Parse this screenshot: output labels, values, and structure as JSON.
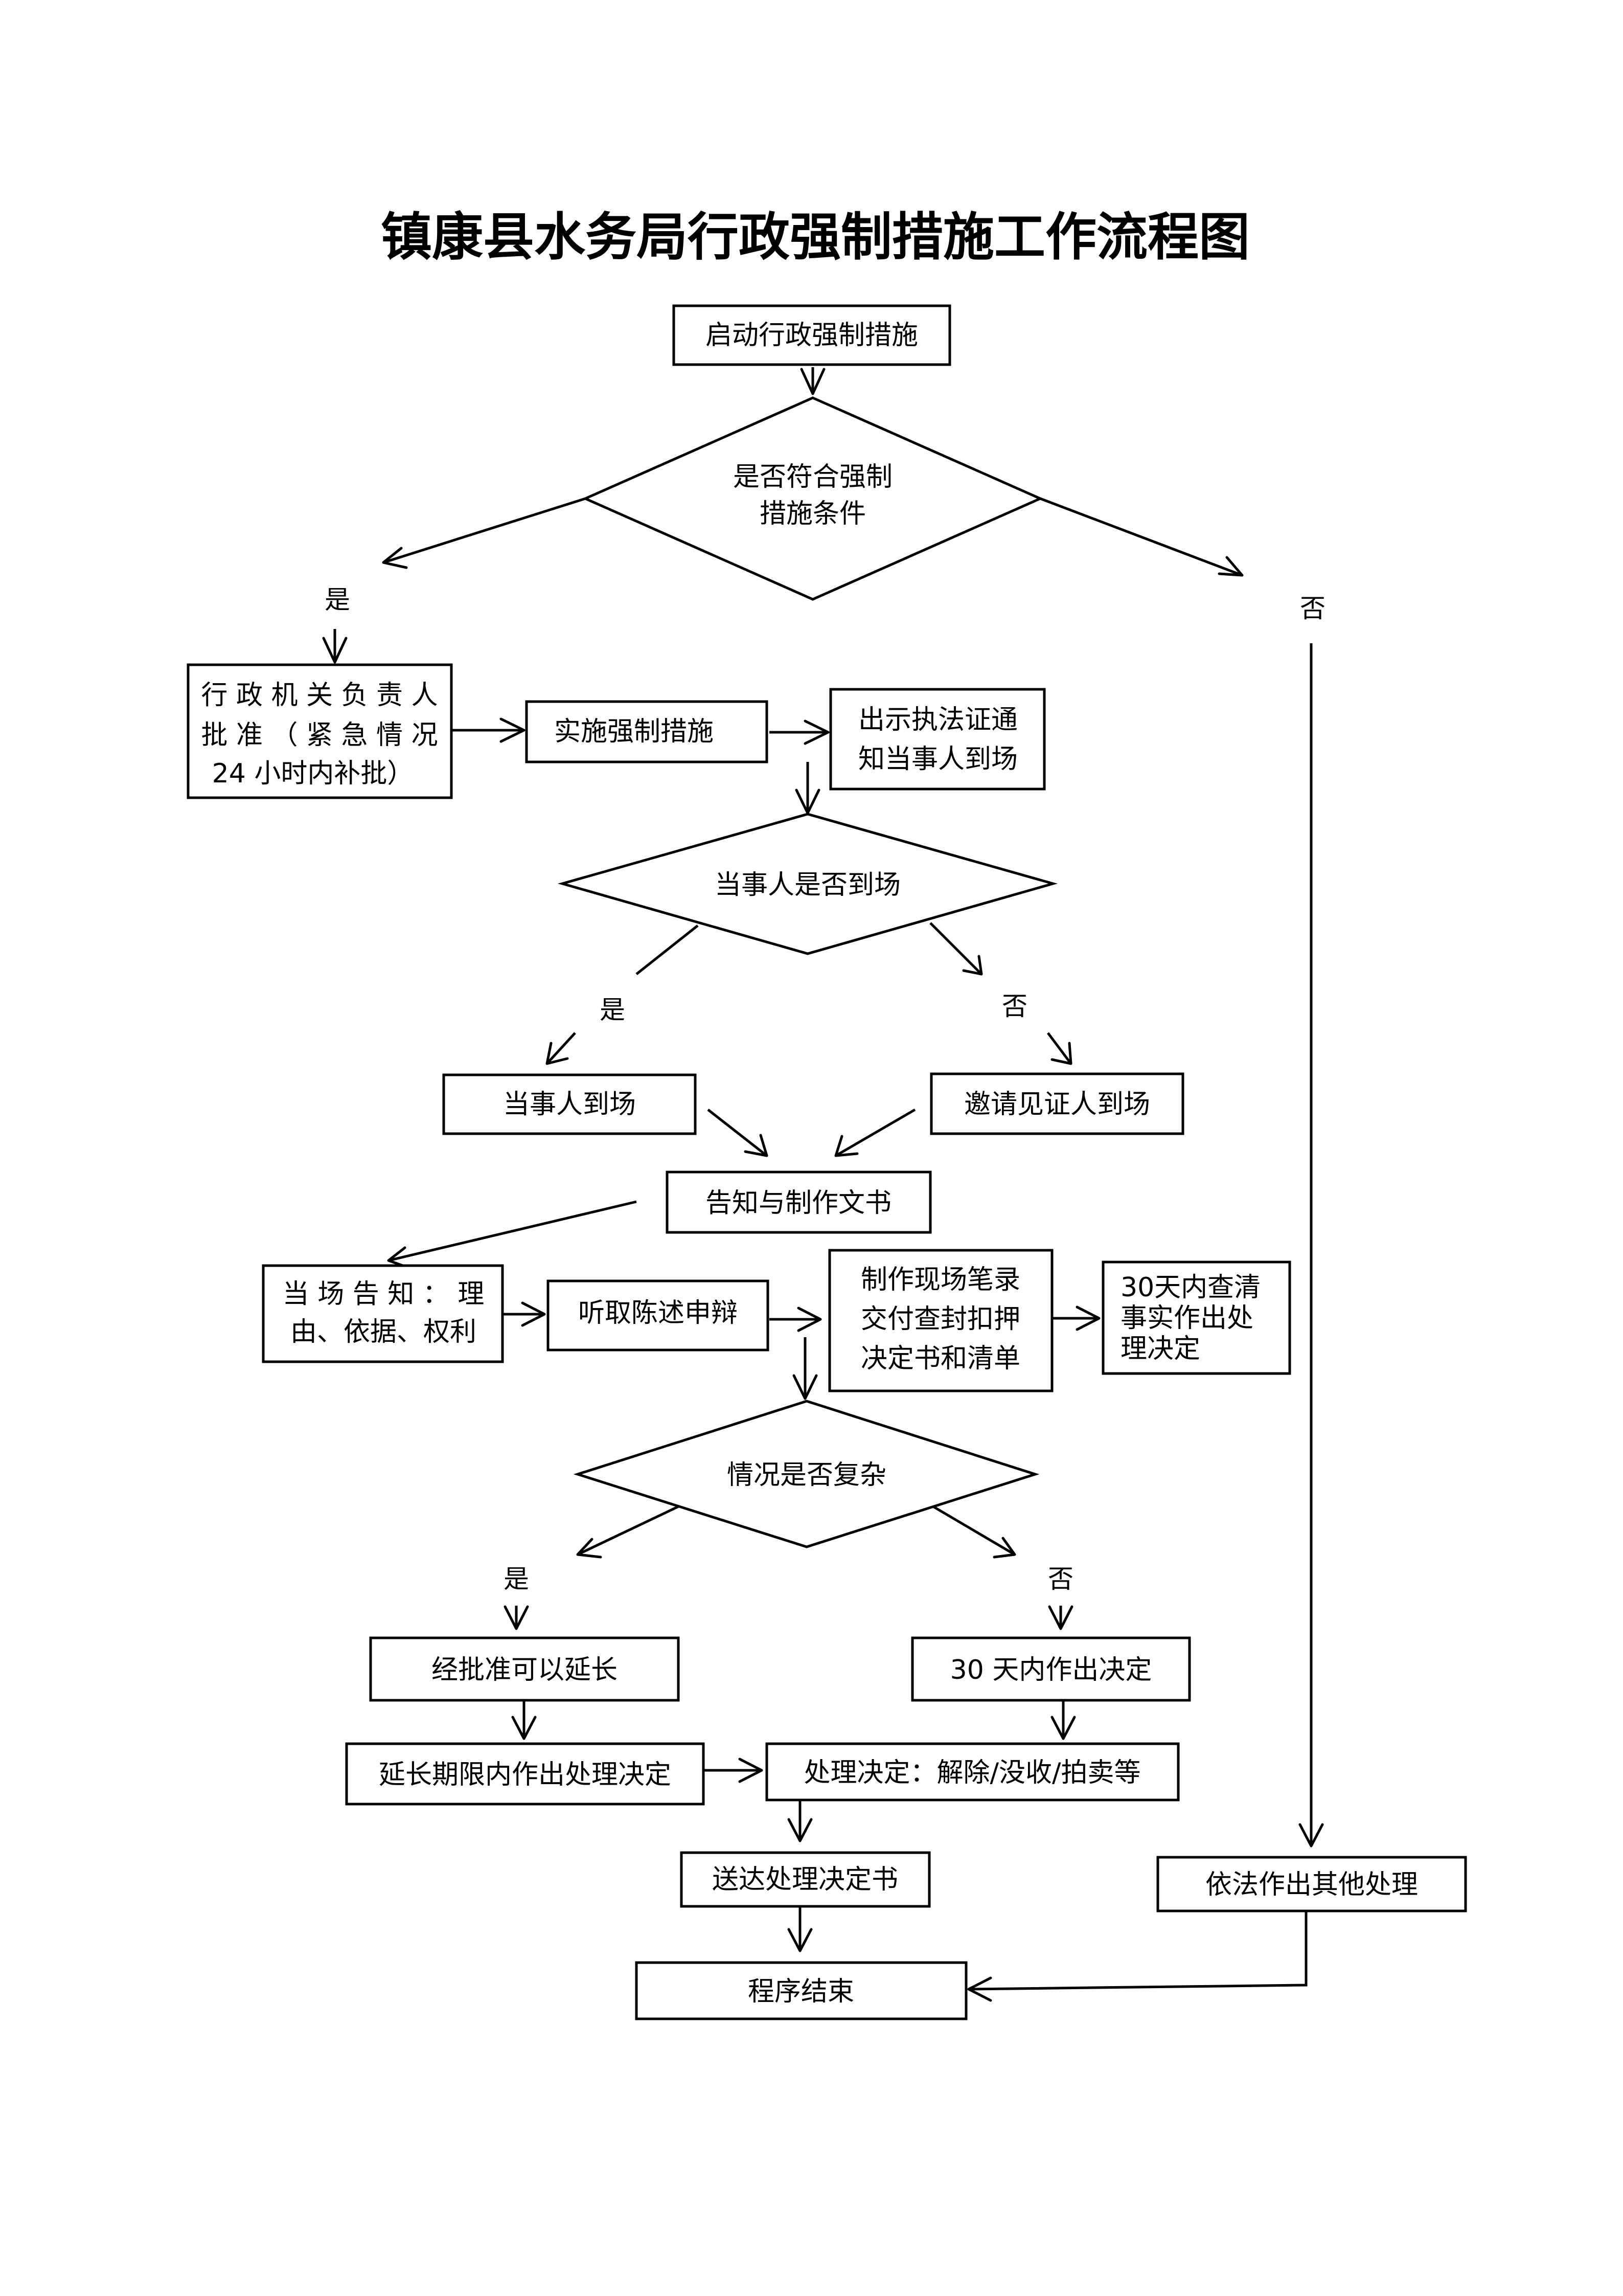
{
  "title": "镇康县水务局行政强制措施工作流程图",
  "nodes": {
    "start": "启动行政强制措施",
    "cond1": [
      "是否符合强制",
      "措施条件"
    ],
    "approve": [
      "行 政 机 关 负 责 人",
      "批 准 （ 紧 急 情 况",
      "24 小时内补批）"
    ],
    "implement": "实施强制措施",
    "show_cert": [
      "出示执法证通",
      "知当事人到场"
    ],
    "cond2": "当事人是否到场",
    "party_present": "当事人到场",
    "invite_witness": "邀请见证人到场",
    "inform_docs": "告知与制作文书",
    "inform_onsite": [
      "当 场 告 知 ： 理",
      "由、依据、权利"
    ],
    "hear_defense": "听取陈述申辩",
    "make_record": [
      "制作现场笔录",
      "交付查封扣押",
      "决定书和清单"
    ],
    "decide_30": [
      "30天内查清",
      "事实作出处",
      "理决定"
    ],
    "cond3": "情况是否复杂",
    "extend": "经批准可以延长",
    "decide_within_30": "30 天内作出决定",
    "extended_decision": "延长期限内作出处理决定",
    "handle_decision": "处理决定：解除/没收/拍卖等",
    "deliver": "送达处理决定书",
    "other_handling": "依法作出其他处理",
    "end": "程序结束"
  },
  "labels": {
    "yes": "是",
    "no": "否"
  }
}
